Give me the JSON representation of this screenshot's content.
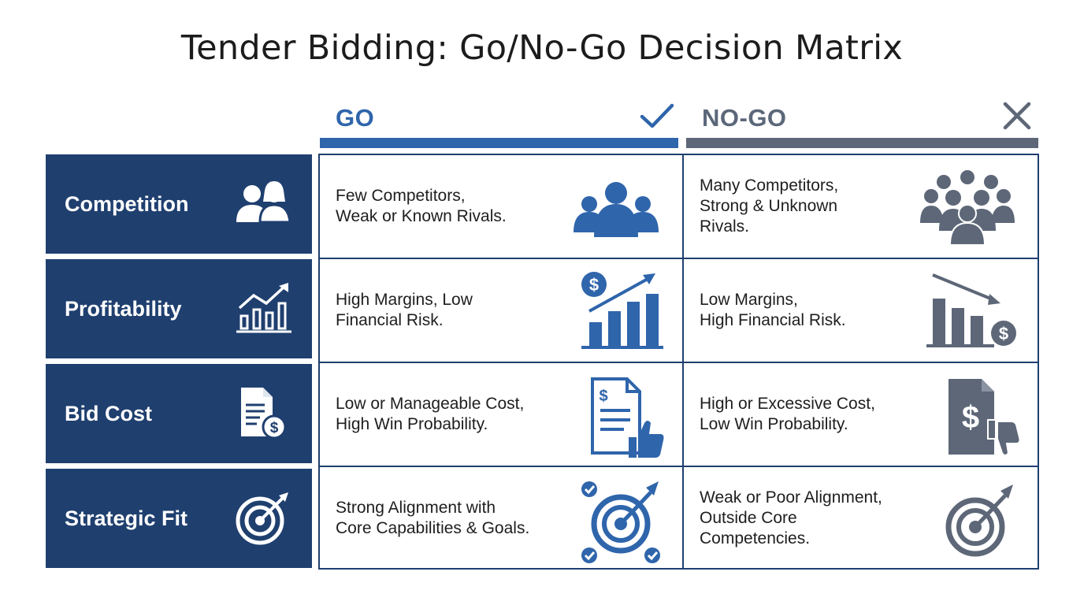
{
  "title": "Tender Bidding: Go/No-Go Decision Matrix",
  "columns": {
    "go": {
      "label": "GO",
      "icon": "checkmark-icon",
      "color": "#2f65ab"
    },
    "nogo": {
      "label": "NO-GO",
      "icon": "x-mark-icon",
      "color": "#5d6778"
    }
  },
  "rows": [
    {
      "label": "Competition",
      "label_icon": "people-icon",
      "go_text": "Few Competitors,\nWeak or Known Rivals.",
      "go_icon": "small-group-icon",
      "nogo_text": "Many Competitors,\nStrong & Unknown\nRivals.",
      "nogo_icon": "crowd-icon"
    },
    {
      "label": "Profitability",
      "label_icon": "growth-chart-icon",
      "go_text": "High Margins, Low\nFinancial Risk.",
      "go_icon": "rising-chart-dollar-icon",
      "nogo_text": "Low Margins,\nHigh Financial Risk.",
      "nogo_icon": "falling-chart-dollar-icon"
    },
    {
      "label": "Bid Cost",
      "label_icon": "document-dollar-icon",
      "go_text": "Low or Manageable Cost,\nHigh Win Probability.",
      "go_icon": "document-thumbs-up-icon",
      "nogo_text": "High or Excessive Cost,\nLow Win Probability.",
      "nogo_icon": "document-thumbs-down-icon"
    },
    {
      "label": "Strategic Fit",
      "label_icon": "target-icon",
      "go_text": "Strong Alignment with\nCore Capabilities & Goals.",
      "go_icon": "target-checks-icon",
      "nogo_text": "Weak or Poor Alignment,\nOutside Core\nCompetencies.",
      "nogo_icon": "target-icon"
    }
  ],
  "colors": {
    "navy": "#1f3f6f",
    "go_blue": "#2f65ab",
    "nogo_gray": "#5d6778"
  }
}
